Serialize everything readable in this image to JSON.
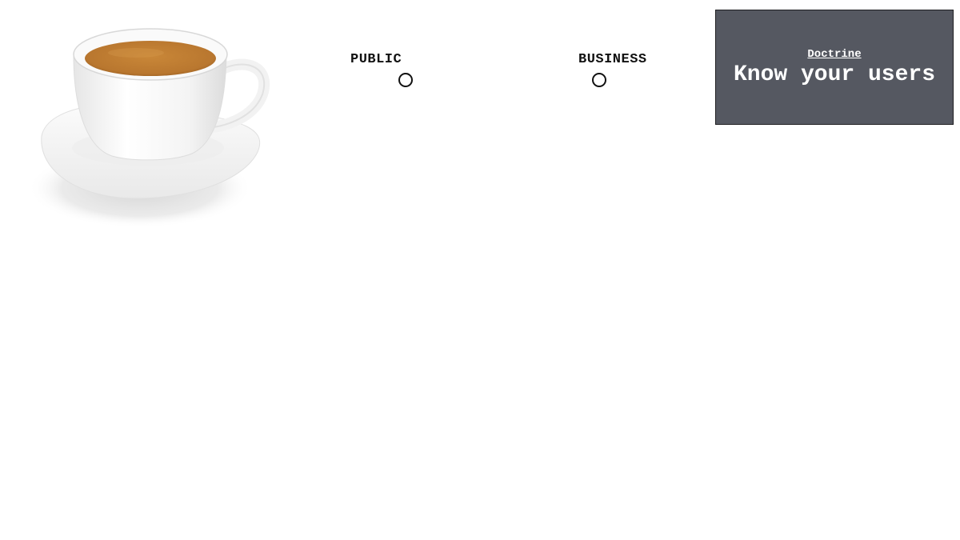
{
  "image": {
    "subject": "teacup-with-saucer",
    "tea_color": "#b9772f",
    "cup_color": "#ffffff"
  },
  "map": {
    "points": [
      {
        "label": "PUBLIC"
      },
      {
        "label": "BUSINESS"
      }
    ]
  },
  "card": {
    "kicker": "Doctrine",
    "title": "Know your users",
    "background": "#555861",
    "text_color": "#ffffff"
  }
}
